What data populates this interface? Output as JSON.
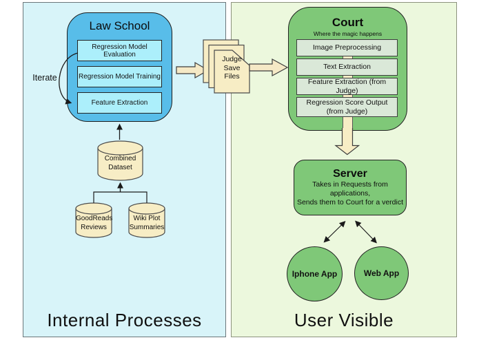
{
  "left_panel": {
    "caption": "Internal Processes",
    "law_school": {
      "title": "Law School",
      "steps": [
        "Regression Model Evaluation",
        "Regression Model Training",
        "Feature Extraction"
      ]
    },
    "iterate_label": "Iterate",
    "cylinders": {
      "combined": {
        "line1": "Combined",
        "line2": "Dataset"
      },
      "goodreads": {
        "line1": "GoodReads",
        "line2": "Reviews"
      },
      "wiki": {
        "line1": "Wiki Plot",
        "line2": "Summaries"
      }
    }
  },
  "files_stack": {
    "line1": "Judge",
    "line2": "Save",
    "line3": "Files"
  },
  "right_panel": {
    "caption": "User Visible",
    "court": {
      "title": "Court",
      "subtitle": "Where the magic happens",
      "steps": [
        "Image Preprocessing",
        "Text Extraction",
        "Feature Extraction (from Judge)"
      ],
      "step4_line1": "Regression Score Output",
      "step4_line2": "(from Judge)"
    },
    "server": {
      "title": "Server",
      "desc_line1": "Takes in Requests from applications,",
      "desc_line2": "Sends them to Court for a verdict"
    },
    "iphone_app": "Iphone App",
    "web_app": "Web App"
  },
  "colors": {
    "left_panel_bg": "#d8f4f9",
    "right_panel_bg": "#ecf8dd",
    "law_school_blue": "#58bde9",
    "inner_cyan": "#aceffb",
    "green_node": "#7fc878",
    "inner_sage": "#dae8d8",
    "cream": "#f7edc5",
    "text": "#111111"
  }
}
